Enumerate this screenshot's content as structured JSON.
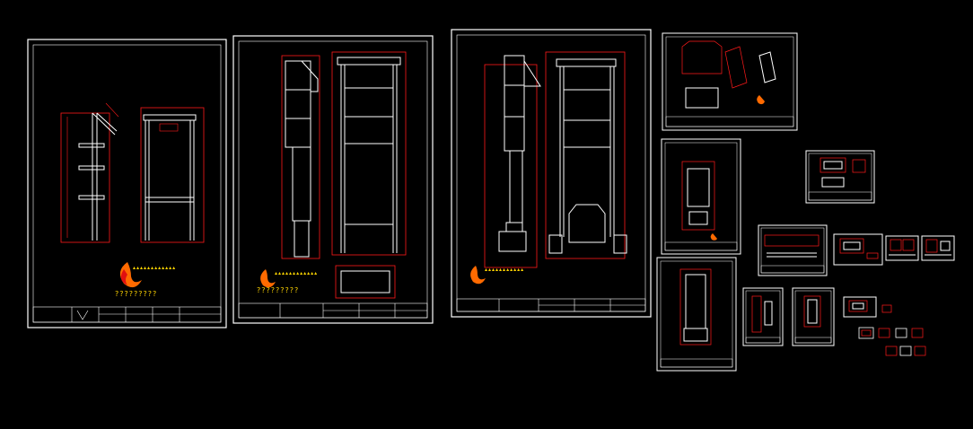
{
  "colors": {
    "background": "#000000",
    "sheet_border": "#ffffff",
    "geometry": "#ffffff",
    "dimension": "#ff1a1a",
    "annotation": "#ffd400",
    "logo_orange": "#ff6a00",
    "logo_red": "#e01010"
  },
  "sheets": [
    {
      "id": "sheet-1",
      "kind": "large",
      "content": "lift-frame side and front elevation",
      "title_block": true,
      "legend_text": "?????????"
    },
    {
      "id": "sheet-2",
      "kind": "large",
      "content": "tall frame elevations with section",
      "title_block": true,
      "legend_text": "?????????"
    },
    {
      "id": "sheet-3",
      "kind": "large",
      "content": "tall frame elevations with drive unit",
      "title_block": true,
      "legend_text": ""
    },
    {
      "id": "sheet-4",
      "kind": "small",
      "content": "component details"
    },
    {
      "id": "sheet-5",
      "kind": "small",
      "content": "frame detail"
    },
    {
      "id": "sheet-6",
      "kind": "small",
      "content": "frame detail"
    },
    {
      "id": "sheet-7",
      "kind": "small",
      "content": "plan detail"
    },
    {
      "id": "sheet-8",
      "kind": "small",
      "content": "beam detail"
    },
    {
      "id": "sheet-9",
      "kind": "small",
      "content": "post detail"
    },
    {
      "id": "sheet-10",
      "kind": "small",
      "content": "post detail"
    },
    {
      "id": "sheet-11",
      "kind": "mini",
      "content": "part detail"
    },
    {
      "id": "sheet-12",
      "kind": "mini",
      "content": "part detail"
    },
    {
      "id": "sheet-13",
      "kind": "mini",
      "content": "part detail"
    },
    {
      "id": "sheet-14",
      "kind": "mini",
      "content": "part detail"
    },
    {
      "id": "sheet-15",
      "kind": "mini",
      "content": "part detail"
    }
  ]
}
